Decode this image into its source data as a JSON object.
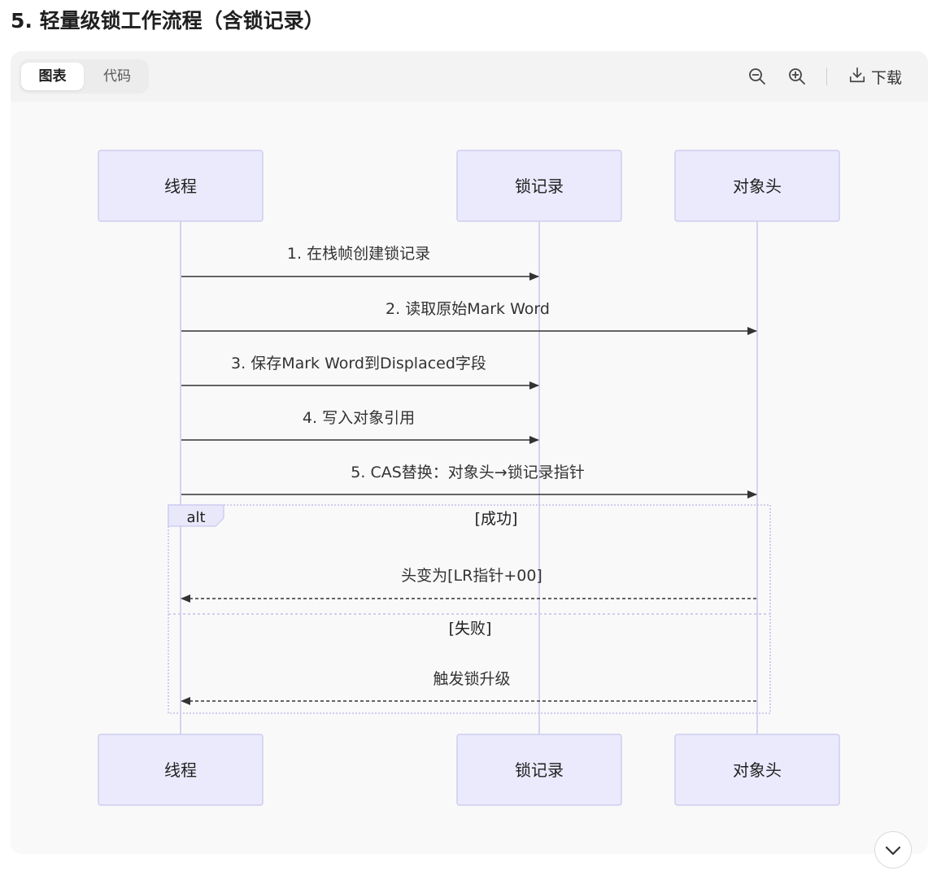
{
  "heading": "5. 轻量级锁工作流程（含锁记录）",
  "toolbar": {
    "tabs": [
      "图表",
      "代码"
    ],
    "active_tab": "图表",
    "zoom_out_icon": "zoom-out-icon",
    "zoom_in_icon": "zoom-in-icon",
    "download_icon": "download-icon",
    "download_label": "下载"
  },
  "diagram": {
    "participants": [
      "线程",
      "锁记录",
      "对象头"
    ],
    "messages": [
      {
        "from": "线程",
        "to": "锁记录",
        "text": "1. 在栈帧创建锁记录",
        "style": "solid"
      },
      {
        "from": "线程",
        "to": "对象头",
        "text": "2. 读取原始Mark Word",
        "style": "solid"
      },
      {
        "from": "线程",
        "to": "锁记录",
        "text": "3. 保存Mark Word到Displaced字段",
        "style": "solid"
      },
      {
        "from": "线程",
        "to": "锁记录",
        "text": "4. 写入对象引用",
        "style": "solid"
      },
      {
        "from": "线程",
        "to": "对象头",
        "text": "5. CAS替换：对象头→锁记录指针",
        "style": "solid"
      }
    ],
    "alt": {
      "label": "alt",
      "branches": [
        {
          "condition": "[成功]",
          "message": {
            "from": "对象头",
            "to": "线程",
            "text": "头变为[LR指针+00]",
            "style": "dashed"
          }
        },
        {
          "condition": "[失败]",
          "message": {
            "from": "对象头",
            "to": "线程",
            "text": "触发锁升级",
            "style": "dashed"
          }
        }
      ]
    }
  },
  "expand_icon": "chevron-down-icon",
  "colors": {
    "participant_fill": "#eaeafc",
    "participant_border": "#cfcdf0",
    "lifeline": "#d6d2ef",
    "arrow": "#333333",
    "alt_border": "#cfcdf0",
    "alt_label_fill": "#e9e8fb"
  }
}
